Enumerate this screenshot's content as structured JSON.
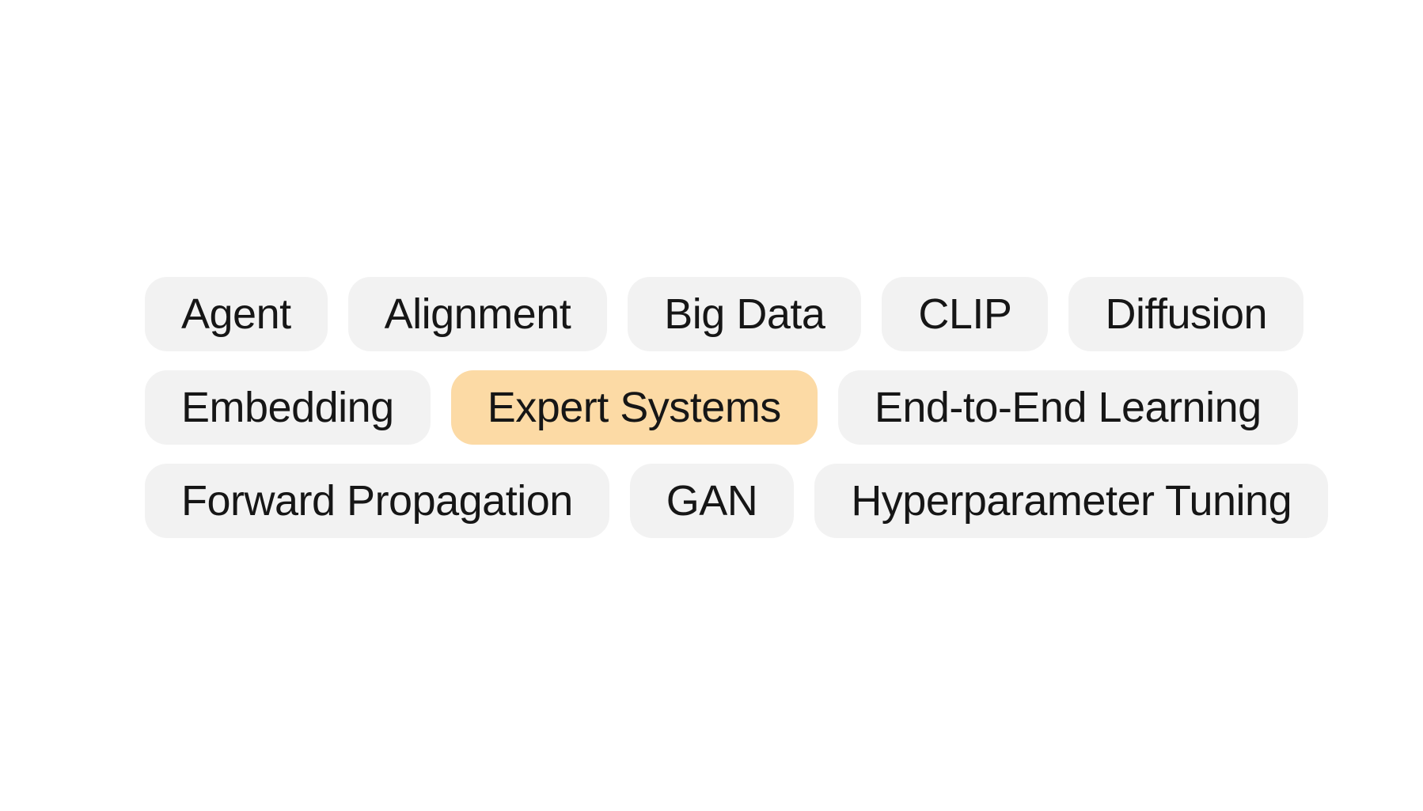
{
  "page": {
    "background": "#FFFFFF"
  },
  "tag_cloud": {
    "selected_label": "Expert Systems",
    "colors": {
      "pill_bg": "#F2F2F2",
      "pill_bg_selected": "#FCDAA5",
      "text": "#161616"
    },
    "rows": [
      [
        {
          "label": "Agent",
          "selected": false
        },
        {
          "label": "Alignment",
          "selected": false
        },
        {
          "label": "Big Data",
          "selected": false
        },
        {
          "label": "CLIP",
          "selected": false
        },
        {
          "label": "Diffusion",
          "selected": false
        }
      ],
      [
        {
          "label": "Embedding",
          "selected": false
        },
        {
          "label": "Expert Systems",
          "selected": true
        },
        {
          "label": "End-to-End Learning",
          "selected": false
        }
      ],
      [
        {
          "label": "Forward Propagation",
          "selected": false
        },
        {
          "label": "GAN",
          "selected": false
        },
        {
          "label": "Hyperparameter Tuning",
          "selected": false
        }
      ]
    ]
  }
}
